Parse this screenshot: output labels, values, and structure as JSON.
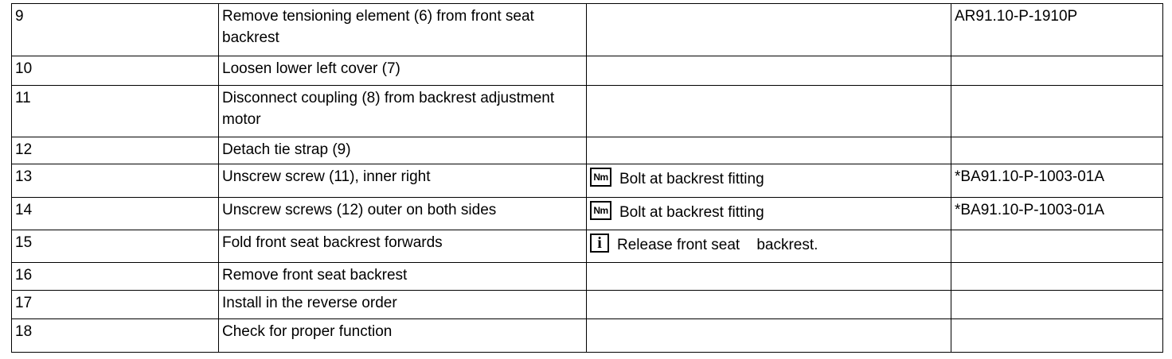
{
  "rows": [
    {
      "step": "9",
      "action": "Remove tensioning element (6) from front seat backrest",
      "note": "",
      "note_icon": "",
      "ref": "AR91.10-P-1910P"
    },
    {
      "step": "10",
      "action": "Loosen lower left cover (7)",
      "note": "",
      "note_icon": "",
      "ref": ""
    },
    {
      "step": "11",
      "action": "Disconnect coupling (8) from backrest adjustment motor",
      "note": "",
      "note_icon": "",
      "ref": ""
    },
    {
      "step": "12",
      "action": "Detach tie strap (9)",
      "note": "",
      "note_icon": "",
      "ref": ""
    },
    {
      "step": "13",
      "action": "Unscrew screw (11), inner right",
      "note": "Bolt at backrest fitting",
      "note_icon": "torque-icon",
      "icon_label": "Nm",
      "ref": "*BA91.10-P-1003-01A"
    },
    {
      "step": "14",
      "action": "Unscrew screws (12) outer on both sides",
      "note": "Bolt at backrest fitting",
      "note_icon": "torque-icon",
      "icon_label": "Nm",
      "ref": "*BA91.10-P-1003-01A"
    },
    {
      "step": "15",
      "action": "Fold front seat backrest forwards",
      "note": "Release front seat    backrest.",
      "note_icon": "info-icon",
      "icon_label": "i",
      "ref": ""
    },
    {
      "step": "16",
      "action": "Remove front seat backrest",
      "note": "",
      "note_icon": "",
      "ref": ""
    },
    {
      "step": "17",
      "action": "Install in the reverse order",
      "note": "",
      "note_icon": "",
      "ref": ""
    },
    {
      "step": "18",
      "action": "Check for proper function",
      "note": "",
      "note_icon": "",
      "ref": ""
    }
  ]
}
